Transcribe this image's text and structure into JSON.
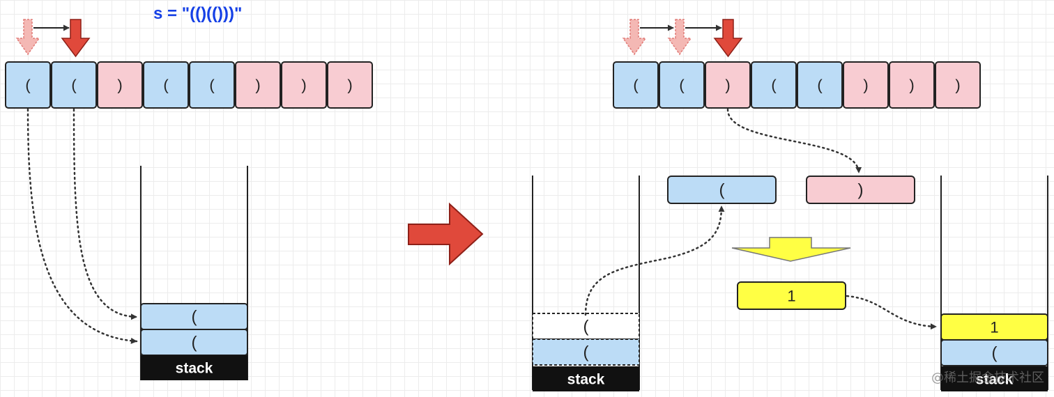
{
  "title": "s = \"(()(()))\"",
  "watermark": "@稀土掘金技术社区",
  "left_panel": {
    "cells": [
      "(",
      "(",
      ")",
      "(",
      "(",
      ")",
      ")",
      ")"
    ],
    "stack_items": [
      "(",
      "("
    ],
    "stack_label": "stack"
  },
  "right_panel": {
    "cells": [
      "(",
      "(",
      ")",
      "(",
      "(",
      ")",
      ")",
      ")"
    ],
    "stack1_items": [
      "(",
      "("
    ],
    "stack1_label": "stack",
    "popped_open": "(",
    "current_close": ")",
    "result_value": "1",
    "stack2_items": [
      "(",
      "1"
    ],
    "stack2_label": "stack"
  },
  "colors": {
    "open_fill": "#bcdcf6",
    "close_fill": "#f8ccd2",
    "value_fill": "#ffff44",
    "pointer_red": "#e0493b",
    "pointer_faded": "#f4b8b4",
    "stack_base": "#111111",
    "text_blue": "#1540e6"
  }
}
